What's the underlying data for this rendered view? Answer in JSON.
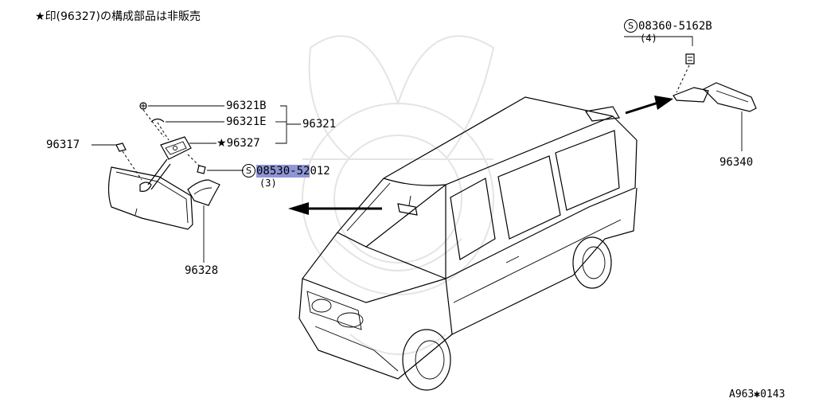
{
  "note": {
    "star": "★",
    "text": "印(96327)の構成部品は非販売"
  },
  "parts": {
    "p96321B": "96321B",
    "p96321E": "96321E",
    "p96321": "96321",
    "p96327_star": "★",
    "p96327": "96327",
    "p96317": "96317",
    "p96328": "96328",
    "p96340": "96340",
    "bolt_mirror": {
      "symbol": "S",
      "number_highlighted": "08530-52",
      "number_rest": "012",
      "qty": "(3)"
    },
    "bolt_visor": {
      "symbol": "S",
      "number": "08360-5162B",
      "qty": "(4)"
    }
  },
  "diagram_code": "A963✱0143",
  "colors": {
    "highlight": "#8f95d6",
    "watermark": "#e4e4e4",
    "ink": "#000000"
  }
}
